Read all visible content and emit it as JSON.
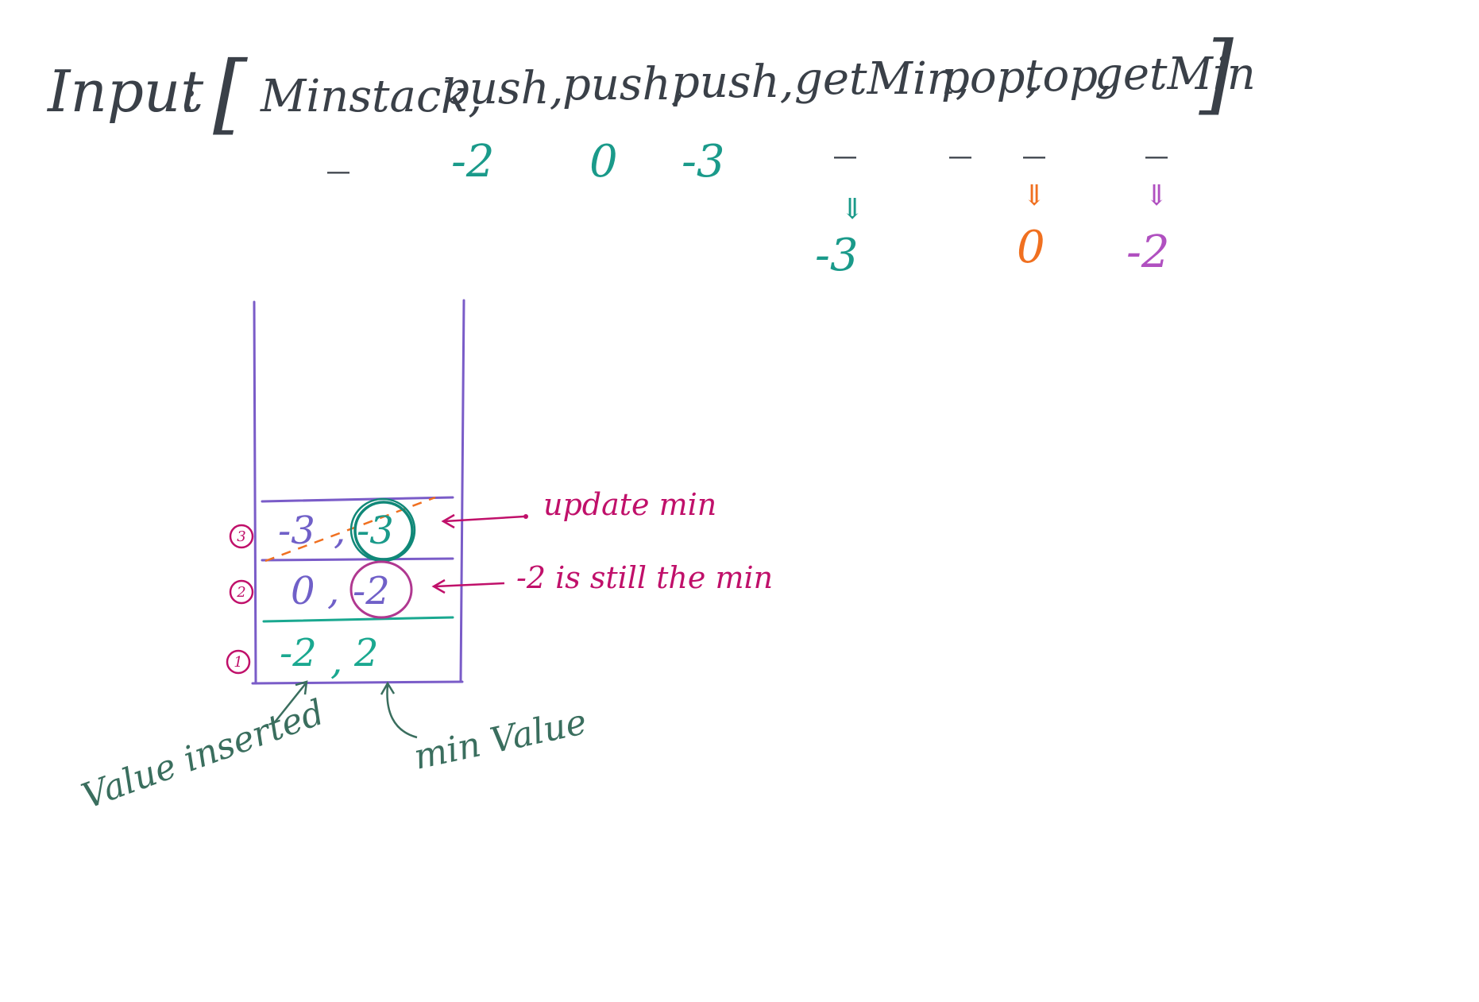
{
  "header": {
    "label": "Input",
    "colon": ":",
    "open_bracket": "[",
    "close_bracket": "]",
    "operations": [
      "Minstack,",
      "push,",
      "push,",
      "push,",
      "getMin,",
      "pop,",
      "top,",
      "getMin"
    ]
  },
  "arguments": [
    "_",
    "-2",
    "0",
    "-3",
    "_",
    "_",
    "_",
    "_"
  ],
  "outputs": [
    {
      "op": "getMin",
      "arrow": "⇓",
      "value": "-3",
      "color": "#1a9a8a"
    },
    {
      "op": "top",
      "arrow": "⇓",
      "value": "0",
      "color": "#f07020"
    },
    {
      "op": "getMin",
      "arrow": "⇓",
      "value": "-2",
      "color": "#b050c0"
    }
  ],
  "stack": {
    "rows": [
      {
        "number": "3",
        "value": "-3",
        "sep": ",",
        "min": "-3",
        "value_color": "#7060c8",
        "min_color": "#1a9a8a",
        "circle_color": "#108878"
      },
      {
        "number": "2",
        "value": "0",
        "sep": ",",
        "min": "-2",
        "value_color": "#7060c8",
        "min_color": "#7060c8",
        "circle_color": "#b03890"
      },
      {
        "number": "1",
        "value": "-2",
        "sep": ",",
        "min": "2",
        "value_color": "#1aa890",
        "min_color": "#1aa890",
        "circle_color": ""
      }
    ]
  },
  "annotations": {
    "update_min": "update min",
    "still_min": "-2 is still the min",
    "value_inserted": "Value inserted",
    "min_value": "min Value"
  },
  "colors": {
    "ink": "#3a4048",
    "teal": "#1a9a8a",
    "orange": "#f07020",
    "purple": "#7a5cc8",
    "magenta": "#c0106a",
    "green_label": "#3a6e5e"
  }
}
